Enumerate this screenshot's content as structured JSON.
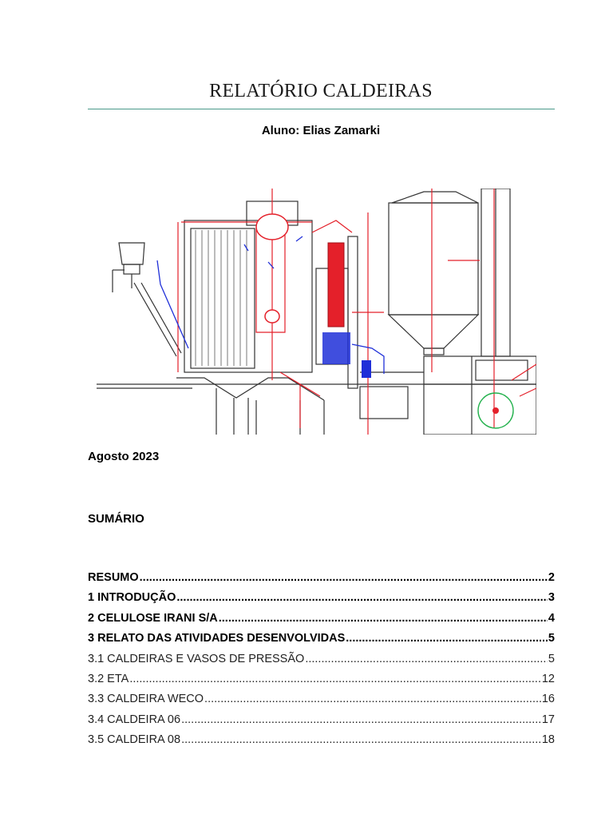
{
  "document": {
    "title": "RELATÓRIO CALDEIRAS",
    "author": "Aluno: Elias Zamarki",
    "date": "Agosto 2023"
  },
  "figure": {
    "description": "Technical drawing of a boiler plant cross-section",
    "colors": {
      "line": "#333333",
      "red": "#e4202a",
      "blue": "#1f2fd8",
      "green": "#22b14c"
    }
  },
  "summary": {
    "heading": "SUMÁRIO",
    "entries": [
      {
        "label": "RESUMO",
        "page": "2",
        "bold": true
      },
      {
        "label": "1 INTRODUÇÃO",
        "page": "3",
        "bold": true
      },
      {
        "label": "2 CELULOSE IRANI S/A",
        "page": "4",
        "bold": true
      },
      {
        "label": "3 RELATO DAS ATIVIDADES DESENVOLVIDAS",
        "page": "5",
        "bold": true
      },
      {
        "label": "3.1 CALDEIRAS E VASOS DE PRESSÃO",
        "page": "5",
        "bold": false
      },
      {
        "label": "3.2 ETA",
        "page": "12",
        "bold": false
      },
      {
        "label": "3.3 CALDEIRA WECO",
        "page": "16",
        "bold": false
      },
      {
        "label": "3.4 CALDEIRA 06",
        "page": "17",
        "bold": false
      },
      {
        "label": "3.5 CALDEIRA 08",
        "page": "18",
        "bold": false
      }
    ]
  }
}
